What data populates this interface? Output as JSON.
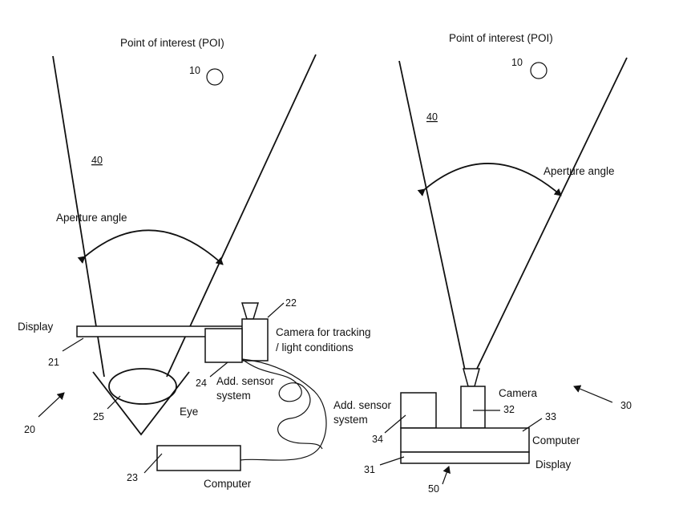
{
  "left_figure": {
    "poi_label": "Point of interest (POI)",
    "poi_ref": "10",
    "region_ref": "40",
    "aperture_label": "Aperture angle",
    "display_label": "Display",
    "display_ref": "21",
    "camera_ref": "22",
    "camera_label_line1": "Camera for tracking",
    "camera_label_line2": "/ light conditions",
    "sensor_ref": "24",
    "sensor_label_line1": "Add. sensor",
    "sensor_label_line2": "system",
    "eye_ref": "25",
    "eye_label": "Eye",
    "device_ref": "20",
    "computer_ref": "23",
    "computer_label": "Computer"
  },
  "right_figure": {
    "poi_label": "Point of interest (POI)",
    "poi_ref": "10",
    "region_ref": "40",
    "aperture_label": "Aperture angle",
    "camera_label": "Camera",
    "camera_ref": "32",
    "sensor_label_line1": "Add. sensor",
    "sensor_label_line2": "system",
    "sensor_ref": "34",
    "computer_ref": "33",
    "computer_label": "Computer",
    "display_ref": "31",
    "display_label": "Display",
    "device_ref": "30",
    "base_ref": "50"
  }
}
